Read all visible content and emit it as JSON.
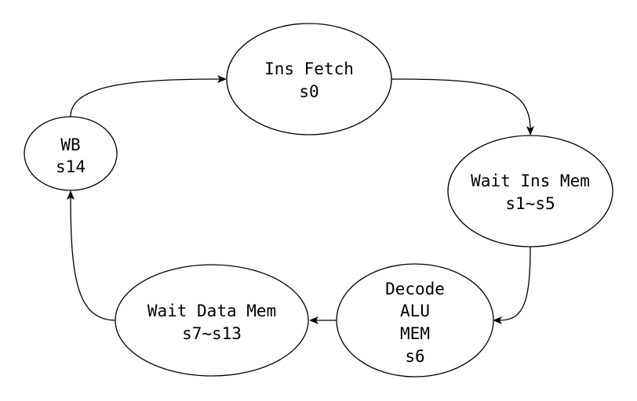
{
  "diagram": {
    "states": {
      "ins_fetch": {
        "lines": [
          "Ins Fetch",
          "s0"
        ]
      },
      "wait_ins_mem": {
        "lines": [
          "Wait Ins Mem",
          "s1~s5"
        ]
      },
      "decode": {
        "lines": [
          "Decode",
          "ALU",
          "MEM",
          "s6"
        ]
      },
      "wait_data_mem": {
        "lines": [
          "Wait Data Mem",
          "s7~s13"
        ]
      },
      "wb": {
        "lines": [
          "WB",
          "s14"
        ]
      }
    },
    "transitions": [
      {
        "from": "ins_fetch",
        "to": "wait_ins_mem"
      },
      {
        "from": "wait_ins_mem",
        "to": "decode"
      },
      {
        "from": "decode",
        "to": "wait_data_mem"
      },
      {
        "from": "wait_data_mem",
        "to": "wb"
      },
      {
        "from": "wb",
        "to": "ins_fetch"
      }
    ],
    "colors": {
      "stroke": "#000000",
      "fill": "#ffffff",
      "text": "#000000"
    }
  }
}
